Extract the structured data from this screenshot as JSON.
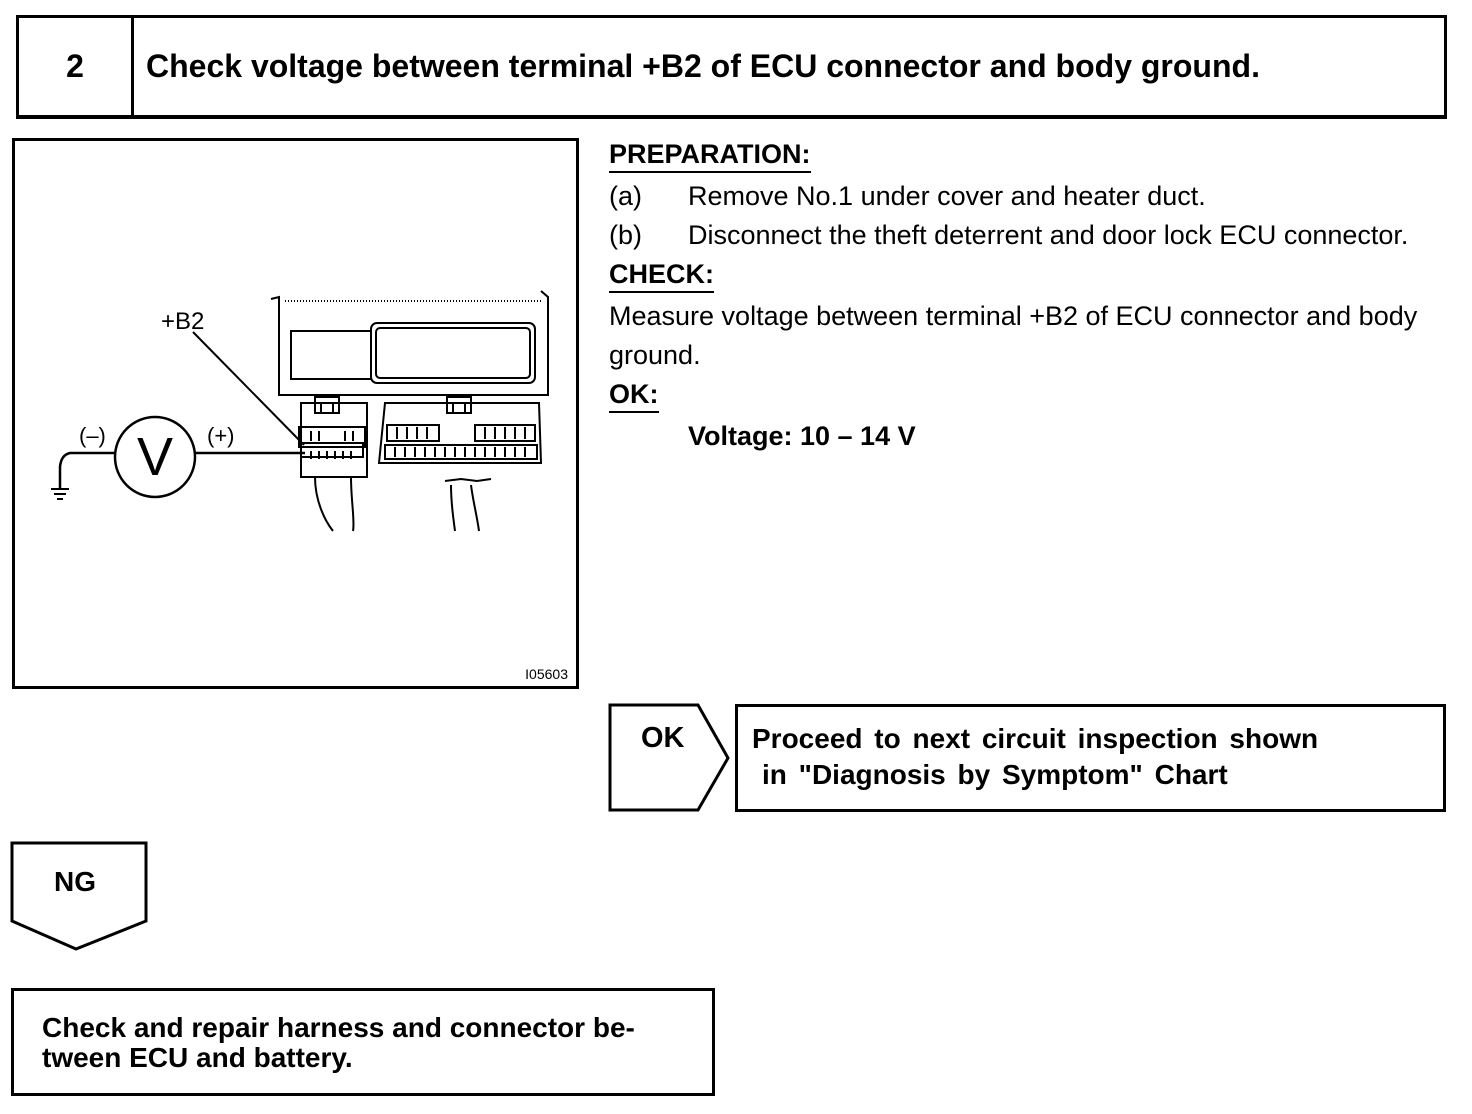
{
  "step": {
    "number": "2",
    "title": "Check voltage between terminal +B2 of ECU connector and body ground."
  },
  "illustration": {
    "terminal_label": "+B2",
    "meter_symbol": "V",
    "negative_label": "(–)",
    "positive_label": "(+)",
    "figure_id": "I05603"
  },
  "preparation": {
    "heading": "PREPARATION:",
    "steps": [
      {
        "letter": "(a)",
        "text": "Remove No.1 under cover and heater duct."
      },
      {
        "letter": "(b)",
        "text": "Disconnect the theft deterrent and door lock ECU connector."
      }
    ]
  },
  "check": {
    "heading": "CHECK:",
    "text": "Measure voltage between terminal +B2 of ECU connector and body ground."
  },
  "ok_spec": {
    "heading": "OK:",
    "value": "Voltage: 10 – 14 V"
  },
  "ok_branch": {
    "label": "OK",
    "result_line1": "Proceed to next circuit inspection shown",
    "result_line2": "in \"Diagnosis by Symptom\" Chart"
  },
  "ng_branch": {
    "label": "NG",
    "result_line1": "Check and repair harness and connector be-",
    "result_line2": "tween ECU and battery."
  }
}
